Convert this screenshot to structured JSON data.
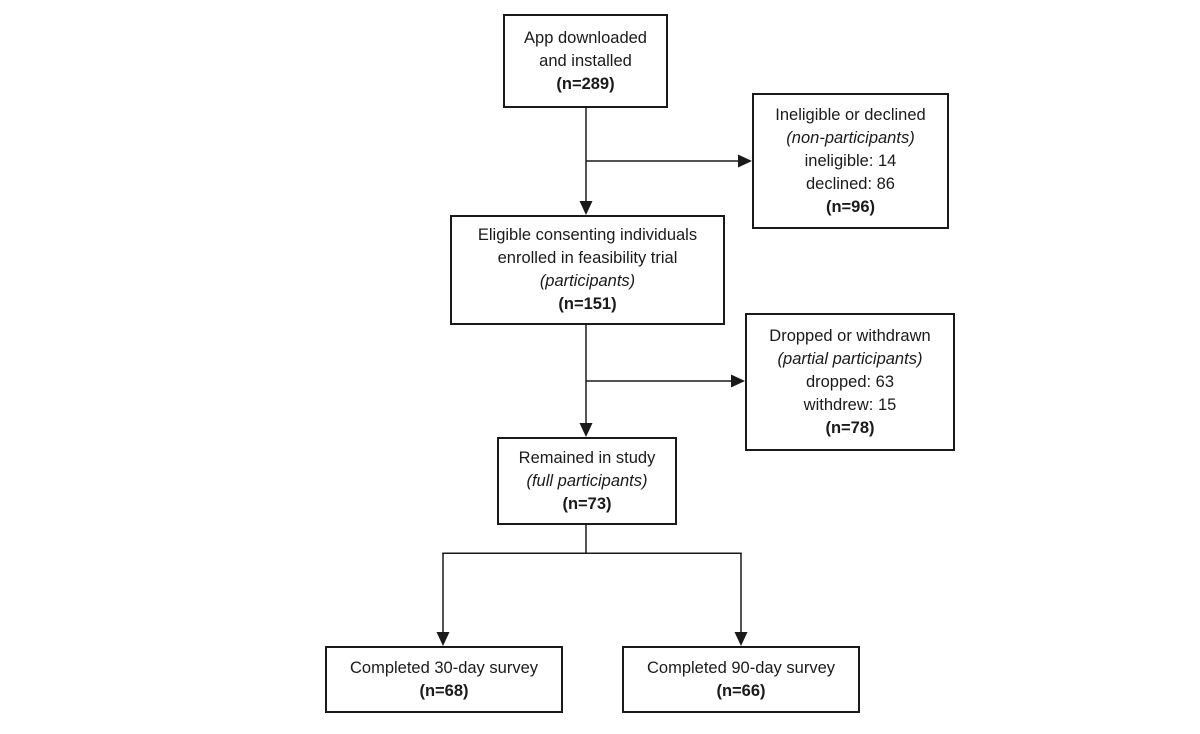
{
  "colors": {
    "background": "#ffffff",
    "box_border": "#1a1a1a",
    "text": "#1a1a1a",
    "arrow": "#1a1a1a"
  },
  "boxes": {
    "downloaded": {
      "line1": "App downloaded",
      "line2": "and installed",
      "count": "(n=289)"
    },
    "ineligible": {
      "title": "Ineligible or declined",
      "subtitle_italic": "(non-participants)",
      "detail1": "ineligible: 14",
      "detail2": "declined: 86",
      "count": "(n=96)"
    },
    "eligible": {
      "line1": "Eligible consenting individuals",
      "line2": "enrolled in feasibility trial",
      "subtitle_italic": "(participants)",
      "count": "(n=151)"
    },
    "dropped": {
      "title": "Dropped or withdrawn",
      "subtitle_italic": "(partial participants)",
      "detail1": "dropped: 63",
      "detail2": "withdrew: 15",
      "count": "(n=78)"
    },
    "remained": {
      "title": "Remained in study",
      "subtitle_italic": "(full participants)",
      "count": "(n=73)"
    },
    "survey30": {
      "title": "Completed 30-day survey",
      "count": "(n=68)"
    },
    "survey90": {
      "title": "Completed 90-day survey",
      "count": "(n=66)"
    }
  },
  "edges": [
    {
      "from": "downloaded",
      "to": "eligible"
    },
    {
      "from": "downloaded",
      "to": "ineligible"
    },
    {
      "from": "eligible",
      "to": "remained"
    },
    {
      "from": "eligible",
      "to": "dropped"
    },
    {
      "from": "remained",
      "to": "survey30"
    },
    {
      "from": "remained",
      "to": "survey90"
    }
  ]
}
